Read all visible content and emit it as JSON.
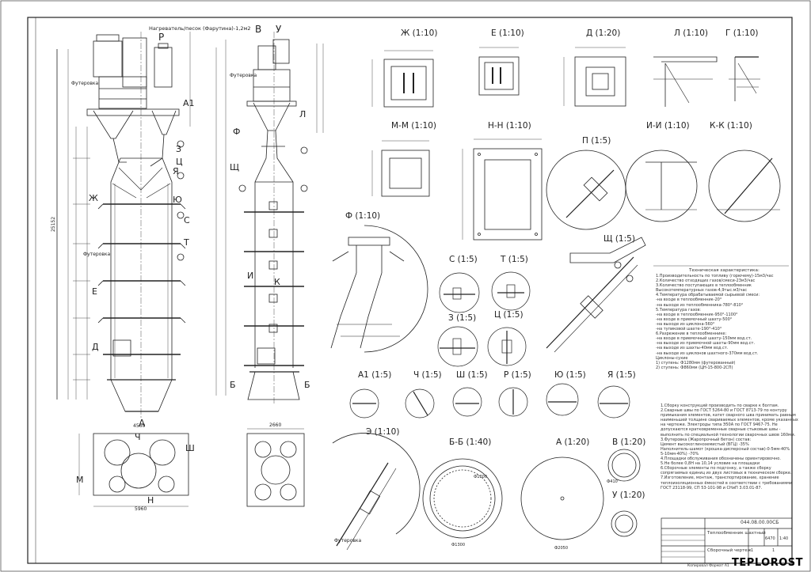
{
  "views": [
    {
      "id": "zh",
      "label": "Ж (1:10)"
    },
    {
      "id": "e",
      "label": "Е (1:10)"
    },
    {
      "id": "d",
      "label": "Д (1:20)"
    },
    {
      "id": "l",
      "label": "Л (1:10)"
    },
    {
      "id": "g",
      "label": "Г (1:10)"
    },
    {
      "id": "mm",
      "label": "М-М (1:10)"
    },
    {
      "id": "nn",
      "label": "Н-Н (1:10)"
    },
    {
      "id": "p",
      "label": "П (1:5)"
    },
    {
      "id": "ii",
      "label": "И-И (1:10)"
    },
    {
      "id": "kk",
      "label": "К-К (1:10)"
    },
    {
      "id": "f",
      "label": "Ф (1:10)"
    },
    {
      "id": "sch",
      "label": "Щ (1:5)"
    },
    {
      "id": "s",
      "label": "С (1:5)"
    },
    {
      "id": "t",
      "label": "Т (1:5)"
    },
    {
      "id": "z",
      "label": "З (1:5)"
    },
    {
      "id": "ts",
      "label": "Ц (1:5)"
    },
    {
      "id": "a1",
      "label": "А1 (1:5)"
    },
    {
      "id": "ch",
      "label": "Ч (1:5)"
    },
    {
      "id": "sh",
      "label": "Ш (1:5)"
    },
    {
      "id": "r",
      "label": "Р (1:5)"
    },
    {
      "id": "yu",
      "label": "Ю (1:5)"
    },
    {
      "id": "ya",
      "label": "Я (1:5)"
    },
    {
      "id": "e2",
      "label": "Э (1:10)"
    },
    {
      "id": "bb",
      "label": "Б-Б (1:40)"
    },
    {
      "id": "a",
      "label": "А (1:20)"
    },
    {
      "id": "v",
      "label": "В (1:20)"
    },
    {
      "id": "u",
      "label": "У (1:20)"
    }
  ],
  "callouts": {
    "heater": "Нагреватель/песок (Фарутина)-1,2м2",
    "lining1": "Футеровка",
    "lining2": "Футеровка",
    "lining3": "Футеровка",
    "lining4": "Футеровка",
    "letter_r": "Р",
    "letter_v": "В",
    "letter_u": "У",
    "letter_a1": "А1",
    "letter_a": "А",
    "letter_b": "Б",
    "letter_b2": "Б",
    "letter_m": "М",
    "letter_n": "Н",
    "letter_ch": "Ч",
    "letter_sh": "Ш",
    "letter_f": "Ф",
    "letter_l": "Л",
    "letter_i": "И",
    "letter_k": "К",
    "letter_sch": "Щ",
    "letter_d": "Д",
    "letter_e": "Е",
    "letter_s": "С",
    "letter_t": "Т",
    "letter_z": "З",
    "letter_ts": "Ц",
    "letter_ya": "Я",
    "letter_yu": "Ю",
    "letter_zh": "Ж"
  },
  "tech_title": "Техническая характеристика:",
  "tech_lines": [
    "1.Производительность по топливу (горючему)-15м3/час",
    "2.Количество отходящих газов/смеси-23м3/час",
    "3.Количество поступающих в теплообменник",
    "Высокотемпературных газов-4,9тыс.м3/час",
    "4.Температура обрабатываемой сырьевой смеси:",
    "-на входе в теплообменник-20°",
    "-на выходе из теплообменника-780°-810°",
    "5.Температура газов:",
    "-на входе в теплообменник-950°-1100°",
    "-на входе в приемочный шахту-500°",
    "-на выходе из циклона-560°",
    "-на тупиковой шахте-190°-410°",
    "6.Разрежение в теплообменнике:",
    "-на входе в приемочный шахту-150мм вод.ст.",
    "-на выходе из приемочной шахты-90мм вод.ст.",
    "-на выходе из шахты-40мм вод.ст.",
    "-на выходе из циклонов шахтного-370мм вод.ст.",
    "Циклоны-сухие",
    "1) ступень: Ф1280мм (футерованный)",
    "2) ступень: Ф860мм (ЦН-15-800-2СП)"
  ],
  "req_lines": [
    "1.Сборку конструкций производить по сварке к болтам.",
    "2.Сварные швы по ГОСТ 5264-80 и ГОСТ 8713-79 по контуру",
    "примыкания элементов, катет сварного шва принимать равным",
    "наименьшей толщине свариваемых элементов, кроме указанных",
    "на чертеже. Электроды типа Э50А по ГОСТ 9467-75. Не",
    "допускаются кратковременные сварные стыковые швы -",
    "выполнить по специальной технологии сварочных швов 160мм.",
    "3.Футеровка (Жаропрочный бетон) состав:",
    "Цемент высокоглиноземистый (ВГЦ) -35%",
    "Наполнитель-шамот (крошка-дисперсный состав)-0-5мм-40%",
    "5-10мм-40%) -70%",
    "4.Площадки обслуживания обозначены ориентировочно.",
    "5.Не более 0,8Н на 10,14 условие на площадки",
    "6.Сборочные элементы по подгонку, а также сборку",
    "сопрягаемых единиц из двух листовых в техническом сборке.",
    "7.Изготовление, монтаж, транспортирование, хранение",
    "теплоизоляционных ёмкостей в соответствии с требованиями",
    "ГОСТ 23118-99, СП 53-101-98 и СНиП 3.03.01-87."
  ],
  "title_block": {
    "doc_number": "044.08.00.00СБ",
    "name": "Теплообменник шахтный",
    "subtitle": "Сборочный чертеж",
    "mass": "6470",
    "scale": "1:40",
    "sheet": "1",
    "sheets": "1",
    "stamp": "Копировал    Формат А1"
  },
  "dims": {
    "d_total": "25152",
    "d_width_base": "5960",
    "d_base_small": "4560",
    "d_plan": "2660",
    "d_b1": "Ф1200",
    "d_b2": "Ф1300",
    "d_a1": "Ф2050",
    "d_v1": "Ф410"
  },
  "logo": "TEPLOROST"
}
